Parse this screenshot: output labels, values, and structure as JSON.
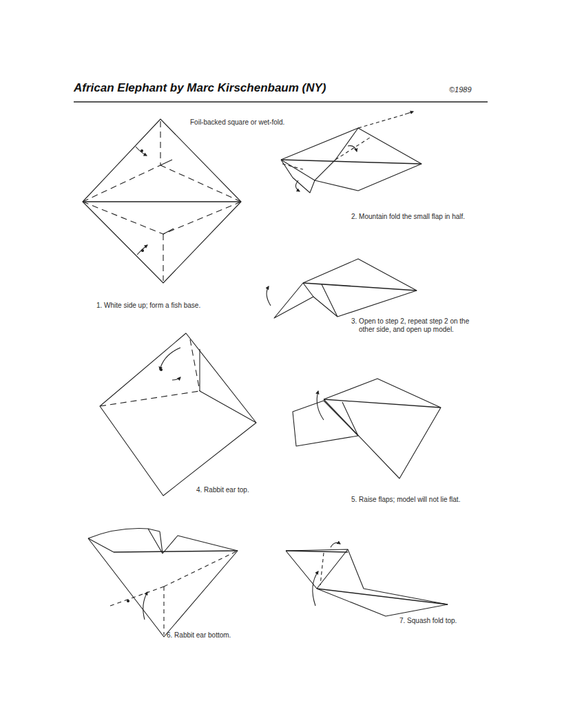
{
  "diagram": {
    "title": "African Elephant by Marc Kirschenbaum (NY)",
    "labels": [
      "©1989",
      "Foil-backed square or wet-fold.",
      "1. White side up; form a fish base.",
      "2. Mountain fold the small flap in half.",
      "3. Open to step 2, repeat step 2 on the other side, and open up model.",
      "4. Rabbit ear top.",
      "5. Raise flaps; model will not lie flat.",
      "6. Rabbit ear bottom.",
      "7. Squash fold top."
    ]
  }
}
